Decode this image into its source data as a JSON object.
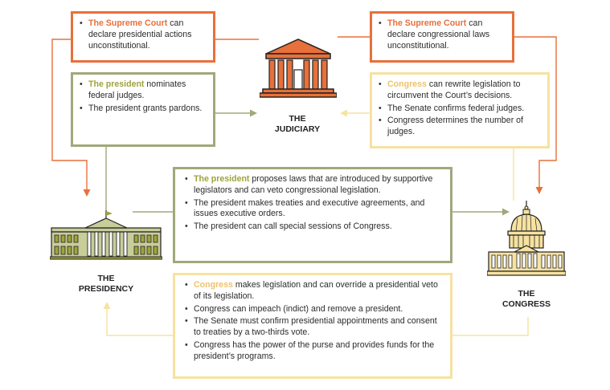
{
  "branches": {
    "judiciary": {
      "line1": "THE",
      "line2": "JUDICIARY"
    },
    "presidency": {
      "line1": "THE",
      "line2": "PRESIDENCY"
    },
    "congress": {
      "line1": "THE",
      "line2": "CONGRESS"
    }
  },
  "boxes": {
    "court_on_president": {
      "bullets": [
        {
          "actor": "The Supreme Court",
          "text": " can declare presidential actions unconstitutional."
        }
      ]
    },
    "court_on_congress": {
      "bullets": [
        {
          "actor": "The Supreme Court",
          "text": " can declare congressional laws unconstitutional."
        }
      ]
    },
    "president_on_court": {
      "bullets": [
        {
          "actor": "The president",
          "text": " nominates federal judges."
        },
        {
          "actor": "",
          "text": "The president grants pardons."
        }
      ]
    },
    "congress_on_court": {
      "bullets": [
        {
          "actor": "Congress",
          "text": " can rewrite legislation to circumvent the Court’s decisions."
        },
        {
          "actor": "",
          "text": "The Senate confirms federal judges."
        },
        {
          "actor": "",
          "text": "Congress determines the number of judges."
        }
      ]
    },
    "president_on_congress": {
      "bullets": [
        {
          "actor": "The president",
          "text": " proposes laws that are introduced by supportive legislators and can veto congressional legislation."
        },
        {
          "actor": "",
          "text": "The president makes treaties and executive agreements, and issues executive orders."
        },
        {
          "actor": "",
          "text": "The president can call special sessions of Congress."
        }
      ]
    },
    "congress_on_president": {
      "bullets": [
        {
          "actor": "Congress",
          "text": " makes legislation and can override a presidential veto of its legislation."
        },
        {
          "actor": "",
          "text": "Congress can impeach (indict) and remove a president."
        },
        {
          "actor": "",
          "text": "The Senate must confirm presidential appointments and consent to treaties by a two-thirds vote."
        },
        {
          "actor": "",
          "text": "Congress has the power of the purse and provides funds for the president’s programs."
        }
      ]
    }
  },
  "colors": {
    "judiciary": "#e8703a",
    "presidency": "#9fa97a",
    "congress": "#f6e2a1"
  },
  "icons": {
    "judiciary": "courthouse-icon",
    "presidency": "white-house-icon",
    "congress": "capitol-icon"
  }
}
